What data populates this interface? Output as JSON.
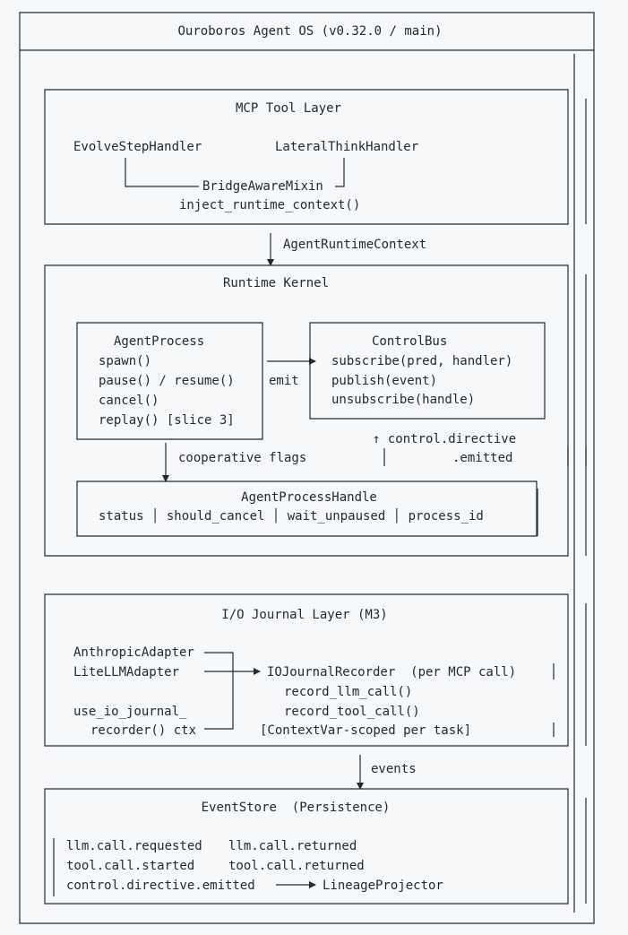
{
  "title": "Ouroboros Agent OS (v0.32.0 / main)",
  "mcp": {
    "title": "MCP Tool Layer",
    "evolve": "EvolveStepHandler",
    "lateral": "LateralThinkHandler",
    "mixin": "BridgeAwareMixin",
    "inject": "inject_runtime_context()"
  },
  "ctx_label": "AgentRuntimeContext",
  "kernel": {
    "title": "Runtime Kernel",
    "process": {
      "title": "AgentProcess",
      "methods": [
        "spawn()",
        "pause() / resume()",
        "cancel()",
        "replay() [slice 3]"
      ]
    },
    "emit": "emit",
    "bus": {
      "title": "ControlBus",
      "methods": [
        "subscribe(pred, handler)",
        "publish(event)",
        "unsubscribe(handle)"
      ]
    },
    "flags": "cooperative flags",
    "directive_1": "↑ control.directive",
    "directive_2": ".emitted",
    "handle": {
      "title": "AgentProcessHandle",
      "fields": "status │ should_cancel │ wait_unpaused │ process_id"
    }
  },
  "io": {
    "title": "I/O Journal Layer (M3)",
    "anthropic": "AnthropicAdapter",
    "litellm": "LiteLLMAdapter",
    "use1": "use_io_journal_",
    "use2": "recorder() ctx",
    "recorder": "IOJournalRecorder  (per MCP call)",
    "llm": "record_llm_call()",
    "tool": "record_tool_call()",
    "scope": "[ContextVar-scoped per task]"
  },
  "events_label": "events",
  "store": {
    "title": "EventStore  (Persistence)",
    "row1a": "llm.call.requested",
    "row1b": "llm.call.returned",
    "row2a": "tool.call.started",
    "row2b": "tool.call.returned",
    "row3a": "control.directive.emitted",
    "row3b": "LineageProjector"
  }
}
